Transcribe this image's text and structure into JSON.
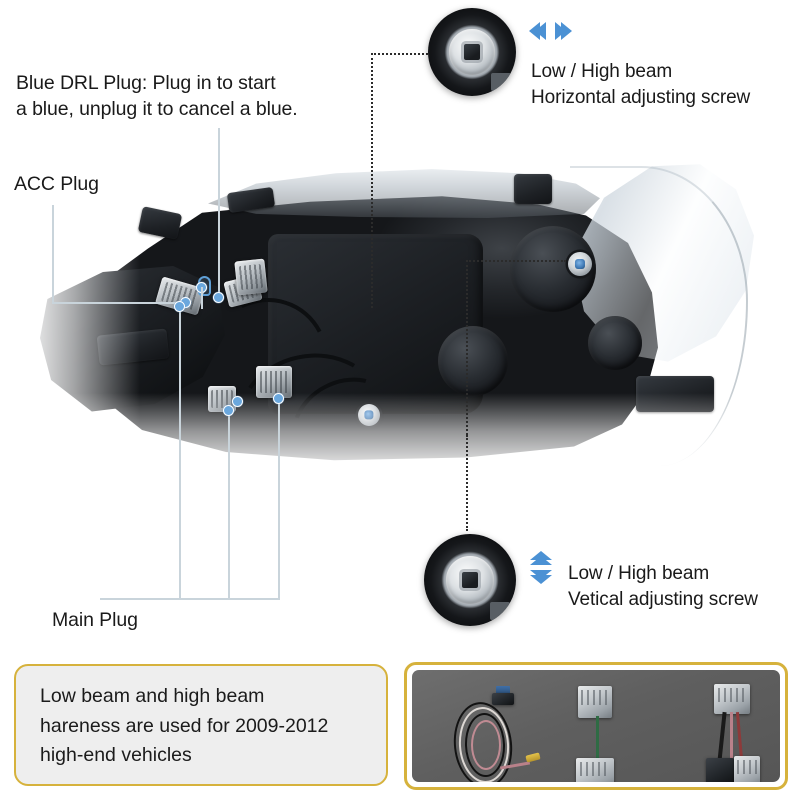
{
  "diagram": {
    "title": "Headlight assembly installation callouts",
    "accent_blue": "#4b91d4",
    "dot_blue": "#6aa7dd",
    "border_gold": "#d6b23c",
    "note_bg": "#eeeeee"
  },
  "callouts": {
    "blue_drl": {
      "label": "Blue DRL Plug: Plug in to start\na blue, unplug it to cancel a blue.",
      "line1": "Blue DRL Plug: Plug in to start",
      "line2": "a blue, unplug it to cancel a blue."
    },
    "acc_plug": {
      "label": "ACC Plug"
    },
    "main_plug": {
      "label": "Main Plug"
    },
    "horizontal_screw": {
      "line1": "Low / High beam",
      "line2": "Horizontal adjusting screw",
      "arrows": "left-right-chevrons"
    },
    "vertical_screw": {
      "line1": "Low / High beam",
      "line2": "Vetical adjusting screw",
      "arrows": "up-down-chevrons"
    }
  },
  "note_box": {
    "text": "Low beam and high beam\nhareness are used for 2009-2012\nhigh-end vehicles",
    "line1": "Low beam and high beam",
    "line2": "hareness are used for 2009-2012",
    "line3": "high-end vehicles"
  },
  "harness_panel": {
    "caption": "",
    "items": [
      {
        "name": "wire-harness-coil"
      },
      {
        "name": "adapter-connector-green-wire"
      },
      {
        "name": "splitter-connector-pair"
      }
    ]
  },
  "icons": {
    "chevron_left": "chevron-left-icon",
    "chevron_right": "chevron-right-icon",
    "chevron_up": "chevron-up-icon",
    "chevron_down": "chevron-down-icon"
  }
}
